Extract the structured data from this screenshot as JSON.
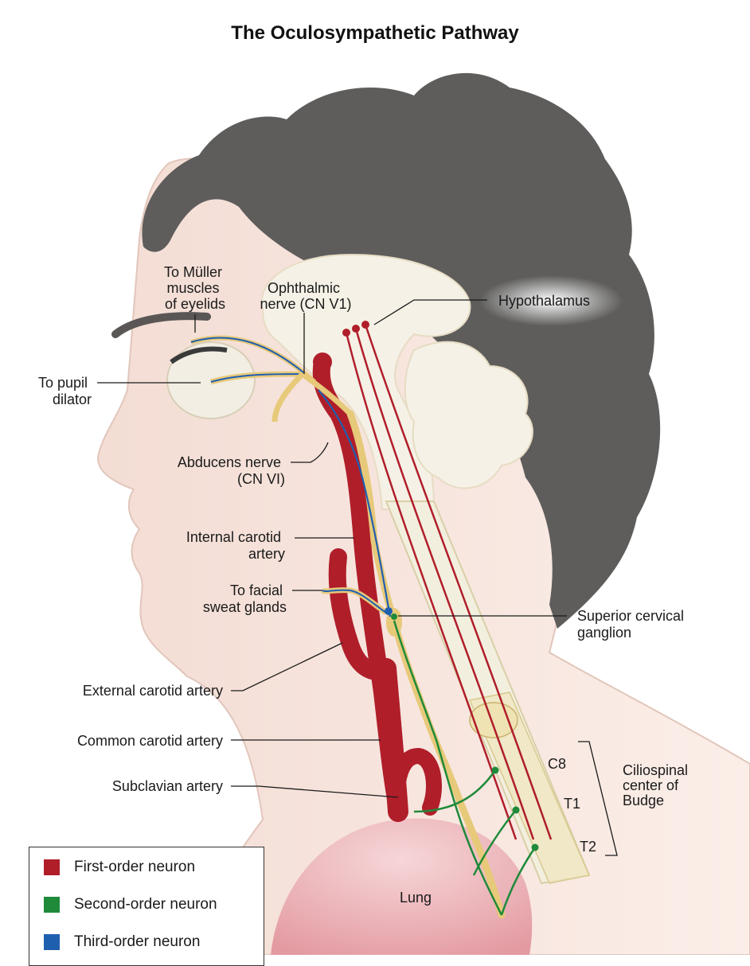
{
  "title": "The Oculosympathetic Pathway",
  "labels": {
    "muller": [
      "To Müller",
      "muscles",
      "of eyelids"
    ],
    "ophthalmic": [
      "Ophthalmic",
      "nerve (CN V1)"
    ],
    "hypothalamus": "Hypothalamus",
    "pupil": [
      "To pupil",
      "dilator"
    ],
    "abducens": [
      "Abducens nerve",
      "(CN VI)"
    ],
    "internal_carotid": [
      "Internal carotid",
      "artery"
    ],
    "facial_sweat": [
      "To facial",
      "sweat glands"
    ],
    "superior_cervical": [
      "Superior cervical",
      "ganglion"
    ],
    "external_carotid": "External carotid artery",
    "common_carotid": "Common carotid artery",
    "subclavian": "Subclavian artery",
    "c8": "C8",
    "t1": "T1",
    "t2": "T2",
    "ciliospinal": [
      "Ciliospinal",
      "center of",
      "Budge"
    ],
    "lung": "Lung"
  },
  "legend": [
    {
      "label": "First-order neuron",
      "color": "#b01e2a"
    },
    {
      "label": "Second-order neuron",
      "color": "#1f8a3a"
    },
    {
      "label": "Third-order neuron",
      "color": "#1f5fb0"
    }
  ],
  "colors": {
    "hair": "#5e5d5c",
    "skin": "#f6e4dc",
    "brain": "#f5f1e6",
    "artery": "#b01e2a",
    "nerve": "#e7c97a",
    "first_order": "#b01e2a",
    "second_order": "#1f8a3a",
    "third_order": "#1f5fb0",
    "lung": "#e9a9ae"
  }
}
